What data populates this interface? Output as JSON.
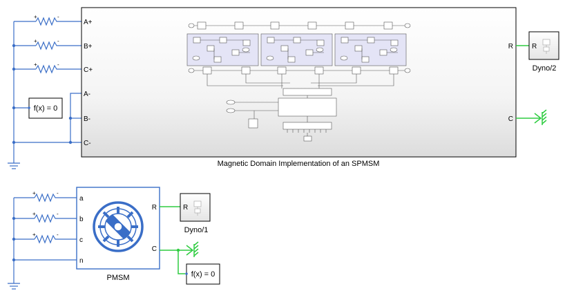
{
  "subsystem": {
    "caption": "Magnetic Domain Implementation of an SPMSM",
    "ports_left": [
      "A+",
      "B+",
      "C+",
      "A-",
      "B-",
      "C-"
    ],
    "ports_right": [
      "R",
      "C"
    ]
  },
  "pmsm": {
    "caption": "PMSM",
    "ports_left": [
      "a",
      "b",
      "c",
      "n"
    ],
    "ports_right": [
      "R",
      "C"
    ]
  },
  "dyno_top": {
    "caption": "Dyno/2",
    "port": "R"
  },
  "dyno_bottom": {
    "caption": "Dyno/1",
    "port": "R"
  },
  "solver_top": {
    "label": "f(x) = 0"
  },
  "solver_bottom": {
    "label": "f(x) = 0"
  },
  "colors": {
    "electrical": "#3a6ec7",
    "mechanical": "#2ecc40",
    "block_border": "#3a6ec7"
  }
}
